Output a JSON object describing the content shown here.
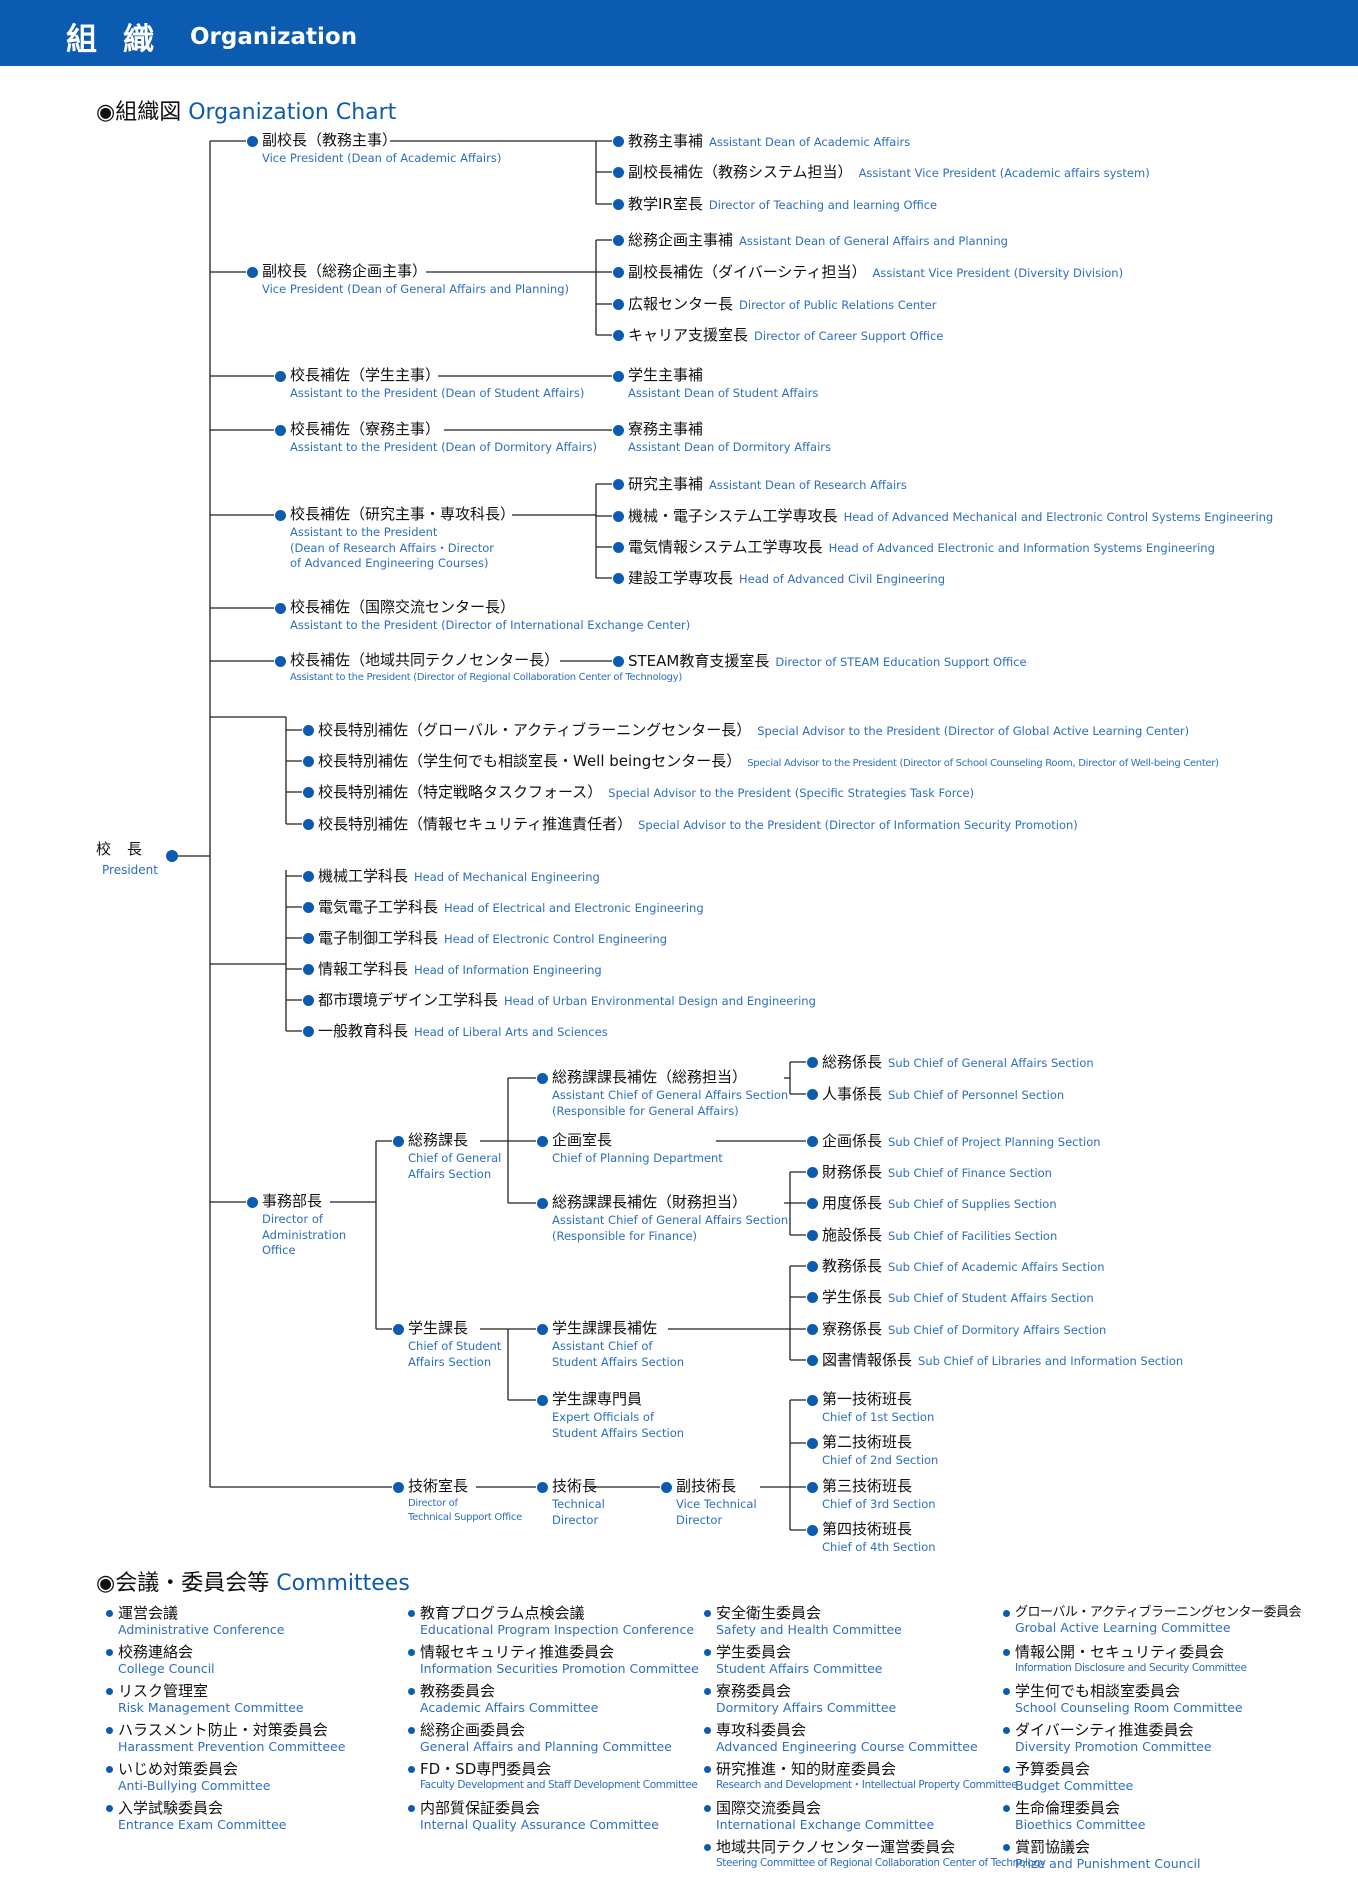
{
  "header": {
    "title_jp": "組織",
    "title_en": "Organization",
    "color": "#0b5bb0"
  },
  "sections": {
    "chart_jp": "◉組織図",
    "chart_en": "Organization Chart",
    "committees_jp": "◉会議・委員会等",
    "committees_en": "Committees"
  },
  "president": {
    "jp": "校長",
    "en": "President"
  },
  "vp1": {
    "jp": "副校長（教務主事）",
    "en": "Vice President (Dean of Academic Affairs)",
    "children": [
      {
        "jp": "教務主事補",
        "en": "Assistant Dean of Academic Affairs"
      },
      {
        "jp": "副校長補佐（教務システム担当）",
        "en": "Assistant Vice President (Academic affairs system)"
      },
      {
        "jp": "教学IR室長",
        "en": "Director of Teaching and learning Office"
      }
    ]
  },
  "vp2": {
    "jp": "副校長（総務企画主事）",
    "en": "Vice President (Dean of General Affairs and Planning)",
    "children": [
      {
        "jp": "総務企画主事補",
        "en": "Assistant Dean of General Affairs and Planning"
      },
      {
        "jp": "副校長補佐（ダイバーシティ担当）",
        "en": "Assistant Vice President (Diversity Division)"
      },
      {
        "jp": "広報センター長",
        "en": "Director of Public Relations Center"
      },
      {
        "jp": "キャリア支援室長",
        "en": "Director of Career Support Office"
      }
    ]
  },
  "ap1": {
    "jp": "校長補佐（学生主事）",
    "en": "Assistant to the President (Dean of Student Affairs)",
    "child": {
      "jp": "学生主事補",
      "en": "Assistant Dean of Student Affairs"
    }
  },
  "ap2": {
    "jp": "校長補佐（寮務主事）",
    "en": "Assistant to the President (Dean of Dormitory Affairs)",
    "child": {
      "jp": "寮務主事補",
      "en": "Assistant Dean of Dormitory Affairs"
    }
  },
  "ap3": {
    "jp": "校長補佐（研究主事・専攻科長）",
    "en1": "Assistant to the President",
    "en2": "(Dean of Research Affairs・Director",
    "en3": "of Advanced Engineering Courses)",
    "children": [
      {
        "jp": "研究主事補",
        "en": "Assistant Dean of Research Affairs"
      },
      {
        "jp": "機械・電子システム工学専攻長",
        "en": "Head of Advanced Mechanical and Electronic Control Systems Engineering"
      },
      {
        "jp": "電気情報システム工学専攻長",
        "en": "Head of Advanced Electronic and Information Systems Engineering"
      },
      {
        "jp": "建設工学専攻長",
        "en": "Head of Advanced Civil Engineering"
      }
    ]
  },
  "ap4": {
    "jp": "校長補佐（国際交流センター長）",
    "en": "Assistant to the President (Director of International Exchange Center)"
  },
  "ap5": {
    "jp": "校長補佐（地域共同テクノセンター長）",
    "en": "Assistant to the President (Director of Regional Collaboration Center of Technology)",
    "child": {
      "jp": "STEAM教育支援室長",
      "en": "Director of STEAM Education Support Office"
    }
  },
  "advisors": [
    {
      "jp": "校長特別補佐（グローバル・アクティブラーニングセンター長）",
      "en": "Special Advisor to the President (Director of Global Active Learning Center)"
    },
    {
      "jp": "校長特別補佐（学生何でも相談室長・Well beingセンター長）",
      "en": "Special Advisor to the President (Director of School Counseling Room, Director of Well-being Center)"
    },
    {
      "jp": "校長特別補佐（特定戦略タスクフォース）",
      "en": "Special Advisor to the President (Specific Strategies Task Force)"
    },
    {
      "jp": "校長特別補佐（情報セキュリティ推進責任者）",
      "en": "Special Advisor to the President (Director of Information Security Promotion)"
    }
  ],
  "depts": [
    {
      "jp": "機械工学科長",
      "en": "Head of Mechanical Engineering"
    },
    {
      "jp": "電気電子工学科長",
      "en": "Head of Electrical and Electronic Engineering"
    },
    {
      "jp": "電子制御工学科長",
      "en": "Head of Electronic Control Engineering"
    },
    {
      "jp": "情報工学科長",
      "en": "Head of Information Engineering"
    },
    {
      "jp": "都市環境デザイン工学科長",
      "en": "Head of Urban Environmental Design and Engineering"
    },
    {
      "jp": "一般教育科長",
      "en": "Head of Liberal Arts and Sciences"
    }
  ],
  "admin": {
    "jp": "事務部長",
    "en1": "Director of",
    "en2": "Administration",
    "en3": "Office"
  },
  "gen_affairs": {
    "jp": "総務課長",
    "en1": "Chief of General",
    "en2": "Affairs Section"
  },
  "ga_assist_general": {
    "jp": "総務課課長補佐（総務担当）",
    "en1": "Assistant Chief of General Affairs Section",
    "en2": "(Responsible for General Affairs)"
  },
  "planning": {
    "jp": "企画室長",
    "en": "Chief of Planning Department"
  },
  "ga_assist_finance": {
    "jp": "総務課課長補佐（財務担当）",
    "en1": "Assistant Chief of General Affairs Section",
    "en2": "(Responsible for Finance)"
  },
  "sections_ga": [
    {
      "jp": "総務係長",
      "en": "Sub Chief of General Affairs Section"
    },
    {
      "jp": "人事係長",
      "en": "Sub Chief of Personnel Section"
    },
    {
      "jp": "企画係長",
      "en": "Sub Chief of Project Planning Section"
    },
    {
      "jp": "財務係長",
      "en": "Sub Chief of Finance Section"
    },
    {
      "jp": "用度係長",
      "en": "Sub Chief of Supplies Section"
    },
    {
      "jp": "施設係長",
      "en": "Sub Chief of Facilities Section"
    }
  ],
  "student_affairs": {
    "jp": "学生課長",
    "en1": "Chief of Student",
    "en2": "Affairs Section"
  },
  "sa_assist": {
    "jp": "学生課課長補佐",
    "en1": "Assistant Chief of",
    "en2": "Student Affairs Section"
  },
  "sa_expert": {
    "jp": "学生課専門員",
    "en1": "Expert Officials of",
    "en2": "Student Affairs Section"
  },
  "sections_sa": [
    {
      "jp": "教務係長",
      "en": "Sub Chief of Academic Affairs Section"
    },
    {
      "jp": "学生係長",
      "en": "Sub Chief of Student Affairs Section"
    },
    {
      "jp": "寮務係長",
      "en": "Sub Chief of Dormitory Affairs Section"
    },
    {
      "jp": "図書情報係長",
      "en": "Sub Chief of Libraries and Information Section"
    }
  ],
  "tech_office": {
    "jp": "技術室長",
    "en1": "Director of",
    "en2": "Technical Support Office"
  },
  "tech_director": {
    "jp": "技術長",
    "en1": "Technical",
    "en2": "Director"
  },
  "vice_tech": {
    "jp": "副技術長",
    "en1": "Vice Technical",
    "en2": "Director"
  },
  "tech_sections": [
    {
      "jp": "第一技術班長",
      "en_a": "Chief of ",
      "en_b": "1st",
      "en_c": " Section"
    },
    {
      "jp": "第二技術班長",
      "en_a": "Chief of ",
      "en_b": "2nd",
      "en_c": " Section"
    },
    {
      "jp": "第三技術班長",
      "en_a": "Chief of ",
      "en_b": "3rd",
      "en_c": " Section"
    },
    {
      "jp": "第四技術班長",
      "en_a": "Chief of ",
      "en_b": "4th",
      "en_c": " Section"
    }
  ],
  "committees": [
    [
      {
        "jp": "運営会議",
        "en": "Administrative Conference"
      },
      {
        "jp": "校務連絡会",
        "en": "College Council"
      },
      {
        "jp": "リスク管理室",
        "en": "Risk Management Committee"
      },
      {
        "jp": "ハラスメント防止・対策委員会",
        "en": "Harassment Prevention Committeee"
      },
      {
        "jp": "いじめ対策委員会",
        "en": "Anti-Bullying Committee"
      },
      {
        "jp": "入学試験委員会",
        "en": "Entrance Exam Committee"
      }
    ],
    [
      {
        "jp": "教育プログラム点検会議",
        "en": "Educational Program Inspection Conference"
      },
      {
        "jp": "情報セキュリティ推進委員会",
        "en": "Information Securities Promotion Committee"
      },
      {
        "jp": "教務委員会",
        "en": "Academic Affairs Committee"
      },
      {
        "jp": "総務企画委員会",
        "en": "General Affairs and Planning Committee"
      },
      {
        "jp": "FD・SD専門委員会",
        "en": "Faculty Development and Staff Development Committee"
      },
      {
        "jp": "内部質保証委員会",
        "en": "Internal Quality Assurance Committee"
      }
    ],
    [
      {
        "jp": "安全衛生委員会",
        "en": "Safety and Health Committee"
      },
      {
        "jp": "学生委員会",
        "en": "Student Affairs Committee"
      },
      {
        "jp": "寮務委員会",
        "en": "Dormitory Affairs Committee"
      },
      {
        "jp": "専攻科委員会",
        "en": "Advanced Engineering Course Committee"
      },
      {
        "jp": "研究推進・知的財産委員会",
        "en": "Research and Development・Intellectual Property Committee"
      },
      {
        "jp": "国際交流委員会",
        "en": "International Exchange Committee"
      },
      {
        "jp": "地域共同テクノセンター運営委員会",
        "en": "Steering Committee of Regional Collaboration Center of Technology"
      }
    ],
    [
      {
        "jp": "グローバル・アクティブラーニングセンター委員会",
        "en": "Grobal Active Learning Committee"
      },
      {
        "jp": "情報公開・セキュリティ委員会",
        "en": "Information Disclosure and Security Committee"
      },
      {
        "jp": "学生何でも相談室委員会",
        "en": "School Counseling Room Committee"
      },
      {
        "jp": "ダイバーシティ推進委員会",
        "en": "Diversity Promotion Committee"
      },
      {
        "jp": "予算委員会",
        "en": "Budget Committee"
      },
      {
        "jp": "生命倫理委員会",
        "en": "Bioethics Committee"
      },
      {
        "jp": "賞罰協議会",
        "en": "Prize and Punishment Council"
      }
    ]
  ]
}
